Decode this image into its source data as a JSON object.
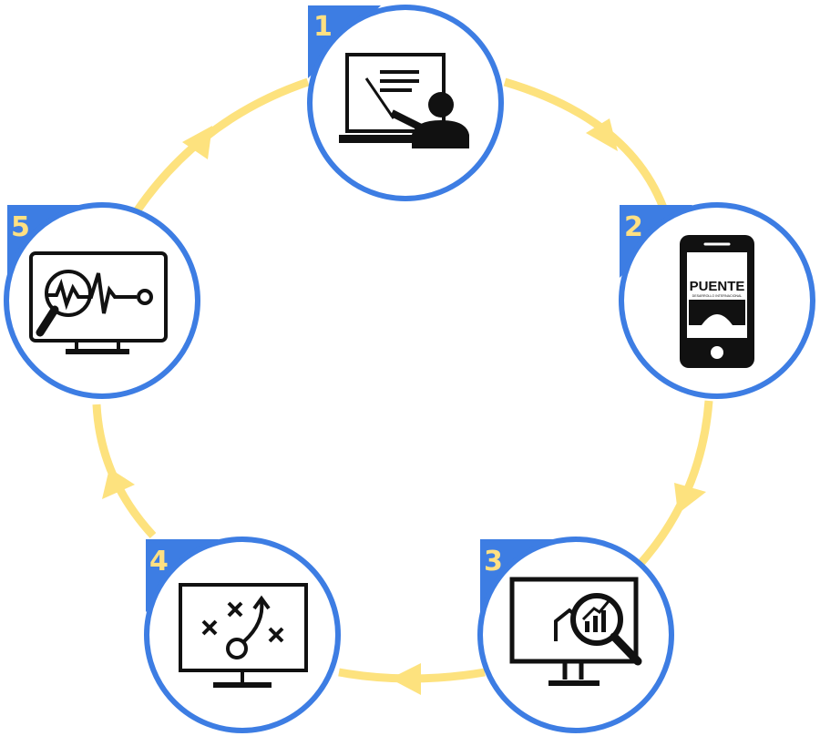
{
  "colors": {
    "arrow": "#FDE27E",
    "circle_border": "#3D7DE3",
    "badge": "#3D7DE3",
    "number": "#FFE082",
    "icon": "#111111",
    "background": "#FFFFFF"
  },
  "steps": [
    {
      "number": "1",
      "icon": "teacher-presentation-icon"
    },
    {
      "number": "2",
      "icon": "smartphone-app-icon",
      "app_logo_text": "PUENTE",
      "app_logo_subtext": "DESARROLLO INTERNACIONAL"
    },
    {
      "number": "3",
      "icon": "monitor-analytics-search-icon"
    },
    {
      "number": "4",
      "icon": "strategy-board-icon"
    },
    {
      "number": "5",
      "icon": "monitoring-pulse-icon"
    }
  ]
}
